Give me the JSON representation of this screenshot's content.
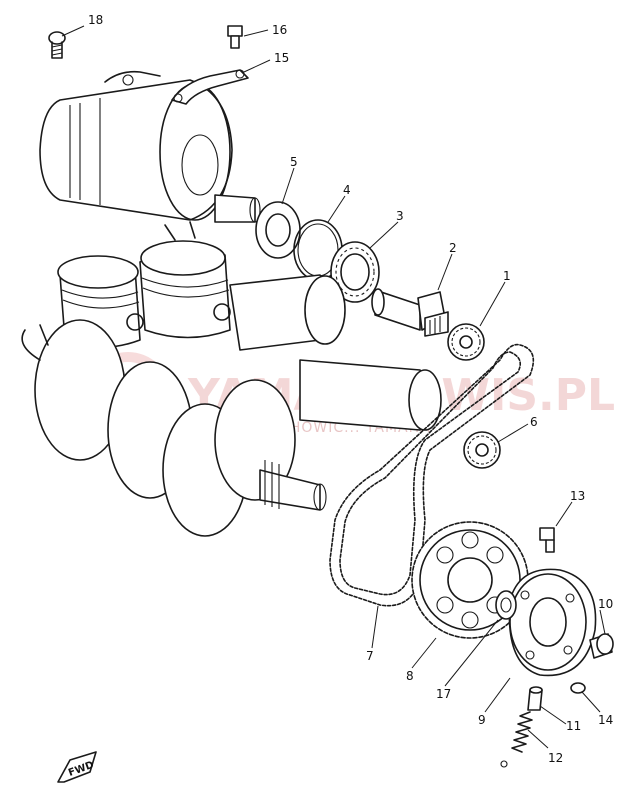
{
  "diagram": {
    "watermark": {
      "main": "YAMA-SERWIS.PL",
      "sub": "OWOD MECHOWIC... YAMAHA"
    },
    "direction_marker": "FWD",
    "callouts": [
      {
        "id": "c1",
        "label": "1"
      },
      {
        "id": "c2",
        "label": "2"
      },
      {
        "id": "c3",
        "label": "3"
      },
      {
        "id": "c4",
        "label": "4"
      },
      {
        "id": "c5",
        "label": "5"
      },
      {
        "id": "c6",
        "label": "6"
      },
      {
        "id": "c7",
        "label": "7"
      },
      {
        "id": "c8",
        "label": "8"
      },
      {
        "id": "c9",
        "label": "9"
      },
      {
        "id": "c10",
        "label": "10"
      },
      {
        "id": "c11",
        "label": "11"
      },
      {
        "id": "c12",
        "label": "12"
      },
      {
        "id": "c13",
        "label": "13"
      },
      {
        "id": "c14",
        "label": "14"
      },
      {
        "id": "c15",
        "label": "15"
      },
      {
        "id": "c16",
        "label": "16"
      },
      {
        "id": "c17",
        "label": "17"
      },
      {
        "id": "c18",
        "label": "18"
      }
    ],
    "colors": {
      "line": "#1a1a1a",
      "watermark": "#e9b0b0"
    }
  }
}
